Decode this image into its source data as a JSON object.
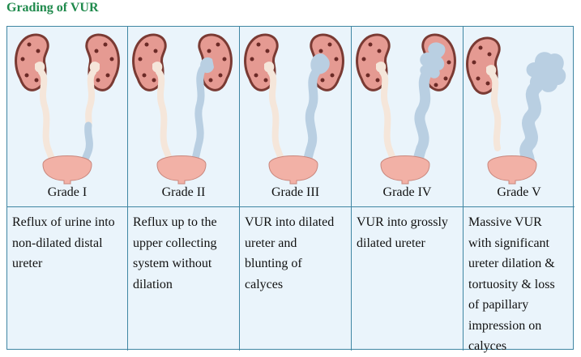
{
  "title": "Grading of VUR",
  "colors": {
    "title": "#1f8a4c",
    "border": "#3f86a3",
    "background": "#eaf4fb",
    "kidney": "#e59a92",
    "kidney_outline": "#7a3a33",
    "kidney_dots": "#6b2a26",
    "ureter": "#f5e6da",
    "reflux": "#b9cfe2",
    "bladder": "#f2b1a6"
  },
  "grades": [
    {
      "label": "Grade I",
      "description": "Reflux of urine into\nnon-dilated distal\nureter"
    },
    {
      "label": "Grade II",
      "description": "Reflux up to the\nupper collecting\nsystem without\ndilation"
    },
    {
      "label": "Grade III",
      "description": "VUR into dilated\nureter and\nblunting of\ncalyces"
    },
    {
      "label": "Grade IV",
      "description": "VUR into grossly\ndilated ureter"
    },
    {
      "label": "Grade V",
      "description": "Massive VUR\nwith significant\nureter dilation &\ntortuosity & loss\nof papillary\nimpression on\ncalyces"
    }
  ]
}
